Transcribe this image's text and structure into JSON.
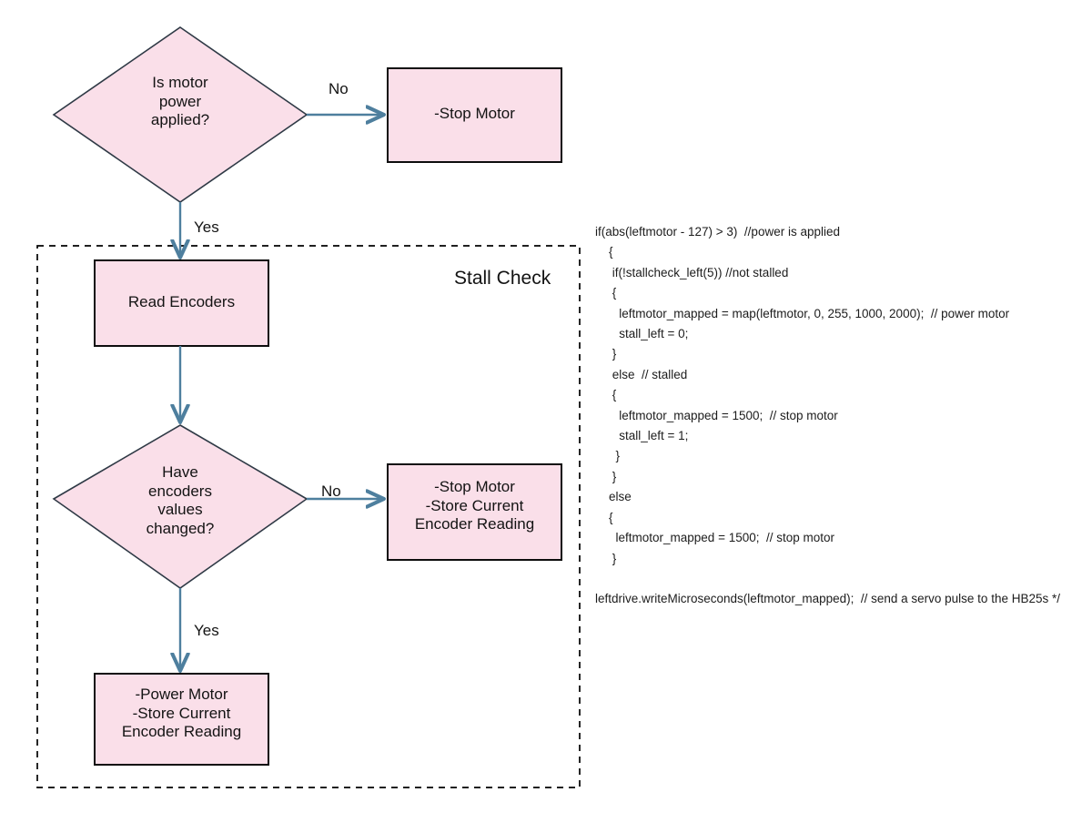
{
  "diagram": {
    "title": "Stall Check",
    "group_label": "Stall Check",
    "colors": {
      "node_fill": "#fadfe9",
      "node_stroke_dark": "#0d0d0d",
      "diamond_stroke": "#2f3a46",
      "connector": "#4e7f9e",
      "group_border": "#000000",
      "background": "#ffffff",
      "text": "#131313"
    },
    "nodes": [
      {
        "id": "decision-motor-power",
        "shape": "diamond",
        "text": "Is motor\npower\napplied?"
      },
      {
        "id": "action-stop-motor",
        "shape": "rectangle",
        "text": "-Stop Motor"
      },
      {
        "id": "action-read-encoders",
        "shape": "rectangle",
        "text": "Read Encoders"
      },
      {
        "id": "decision-encoders-changed",
        "shape": "diamond",
        "text": "Have\nencoders\nvalues\nchanged?"
      },
      {
        "id": "action-stop-store",
        "shape": "rectangle",
        "text": "-Stop Motor\n-Store Current\nEncoder Reading"
      },
      {
        "id": "action-power-store",
        "shape": "rectangle",
        "text": "-Power Motor\n-Store Current\nEncoder Reading"
      }
    ],
    "edges": [
      {
        "id": "edge-motor-power-no",
        "label": "No"
      },
      {
        "id": "edge-motor-power-yes",
        "label": "Yes"
      },
      {
        "id": "edge-read-to-decision",
        "label": ""
      },
      {
        "id": "edge-encoders-no",
        "label": "No"
      },
      {
        "id": "edge-encoders-yes",
        "label": "Yes"
      }
    ]
  },
  "code": {
    "lines": [
      "if(abs(leftmotor - 127) > 3)  //power is applied",
      "    {",
      "     if(!stallcheck_left(5)) //not stalled",
      "     {",
      "       leftmotor_mapped = map(leftmotor, 0, 255, 1000, 2000);  // power motor",
      "       stall_left = 0;",
      "     }",
      "     else  // stalled",
      "     {",
      "       leftmotor_mapped = 1500;  // stop motor",
      "       stall_left = 1;",
      "      }",
      "     }",
      "    else",
      "    {",
      "      leftmotor_mapped = 1500;  // stop motor",
      "     }",
      "",
      "leftdrive.writeMicroseconds(leftmotor_mapped);  // send a servo pulse to the HB25s */"
    ]
  }
}
